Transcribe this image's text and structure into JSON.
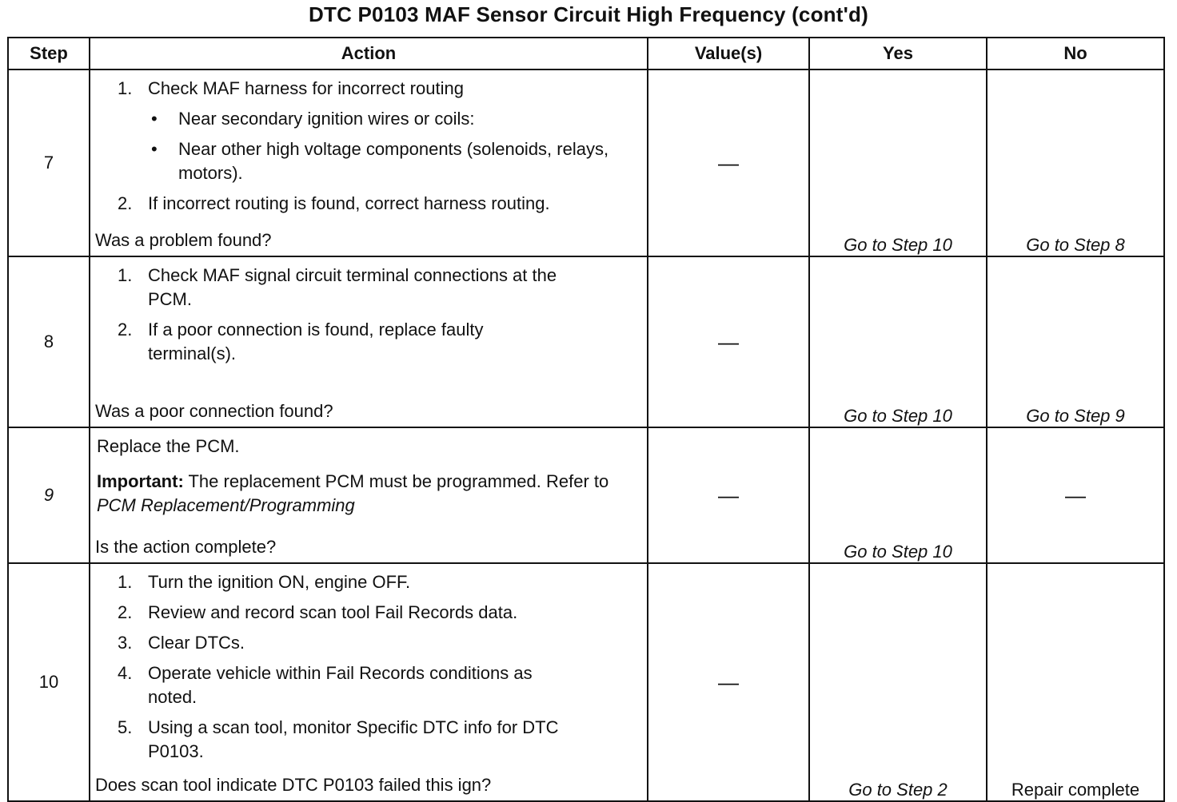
{
  "title": "DTC P0103 MAF Sensor Circuit High Frequency (cont'd)",
  "headers": {
    "step": "Step",
    "action": "Action",
    "values": "Value(s)",
    "yes": "Yes",
    "no": "No"
  },
  "rows": [
    {
      "step": "7",
      "items": [
        {
          "num": "1.",
          "text": "Check MAF harness for incorrect routing"
        },
        {
          "bullet": "•",
          "text": "Near secondary ignition wires or coils:"
        },
        {
          "bullet": "•",
          "text": "Near other high voltage components (solenoids, relays, motors)."
        },
        {
          "num": "2.",
          "text": "If incorrect routing is found, correct harness routing."
        }
      ],
      "question": "Was a problem found?",
      "value": "—",
      "yes": "Go to Step 10",
      "no": "Go to Step 8"
    },
    {
      "step": "8",
      "items": [
        {
          "num": "1.",
          "text": "Check MAF signal circuit terminal connections at the PCM."
        },
        {
          "num": "2.",
          "text": "If a poor connection is found, replace faulty terminal(s)."
        }
      ],
      "question": "Was a poor connection found?",
      "value": "—",
      "yes": "Go to Step 10",
      "no": "Go to Step 9"
    },
    {
      "step": "9",
      "para1": "Replace the PCM.",
      "important_label": "Important:",
      "important_text": " The replacement PCM must be programmed. Refer to ",
      "important_ref": "PCM Replacement/Programming",
      "question": "Is the action complete?",
      "value": "—",
      "yes": "Go to Step 10",
      "no": "—"
    },
    {
      "step": "10",
      "items": [
        {
          "num": "1.",
          "text": "Turn the ignition ON, engine OFF."
        },
        {
          "num": "2.",
          "text": "Review and record scan tool Fail Records data."
        },
        {
          "num": "3.",
          "text": "Clear DTCs."
        },
        {
          "num": "4.",
          "text": "Operate vehicle within Fail Records conditions as noted."
        },
        {
          "num": "5.",
          "text": "Using a scan tool, monitor Specific DTC info for DTC P0103."
        }
      ],
      "question": "Does scan tool indicate DTC P0103 failed this ign?",
      "value": "—",
      "yes": "Go to Step 2",
      "no": "Repair complete"
    }
  ]
}
